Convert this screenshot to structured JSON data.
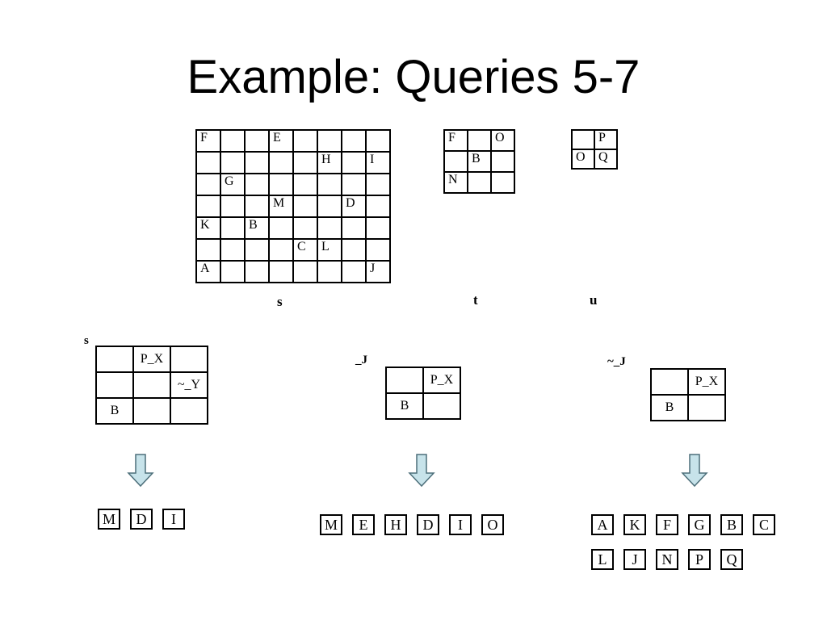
{
  "title": "Example: Queries 5-7",
  "grid_s": {
    "label": "s",
    "rows": [
      [
        "F",
        "",
        "",
        "E",
        "",
        "",
        "",
        ""
      ],
      [
        "",
        "",
        "",
        "",
        "",
        "H",
        "",
        "I"
      ],
      [
        "",
        "G",
        "",
        "",
        "",
        "",
        "",
        ""
      ],
      [
        "",
        "",
        "",
        "M",
        "",
        "",
        "D",
        ""
      ],
      [
        "K",
        "",
        "B",
        "",
        "",
        "",
        "",
        ""
      ],
      [
        "",
        "",
        "",
        "",
        "C",
        "L",
        "",
        ""
      ],
      [
        "A",
        "",
        "",
        "",
        "",
        "",
        "",
        "J"
      ]
    ]
  },
  "grid_t": {
    "label": "t",
    "rows": [
      [
        "F",
        "",
        "O"
      ],
      [
        "",
        "B",
        ""
      ],
      [
        "N",
        "",
        ""
      ]
    ]
  },
  "grid_u": {
    "label": "u",
    "rows": [
      [
        "",
        "P"
      ],
      [
        "O",
        "Q"
      ]
    ]
  },
  "query1": {
    "label": "s",
    "rows": [
      [
        "",
        "P_X",
        ""
      ],
      [
        "",
        "",
        "~_Y"
      ],
      [
        "B",
        "",
        ""
      ]
    ],
    "results": [
      "M",
      "D",
      "I"
    ]
  },
  "query2": {
    "label": "_J",
    "rows": [
      [
        "",
        "P_X"
      ],
      [
        "B",
        ""
      ]
    ],
    "results": [
      "M",
      "E",
      "H",
      "D",
      "I",
      "O"
    ]
  },
  "query3": {
    "label": "~_J",
    "rows": [
      [
        "",
        "P_X"
      ],
      [
        "B",
        ""
      ]
    ],
    "results_row1": [
      "A",
      "K",
      "F",
      "G",
      "B",
      "C"
    ],
    "results_row2": [
      "L",
      "J",
      "N",
      "P",
      "Q"
    ]
  },
  "colors": {
    "arrow_fill": "#c7e3ea",
    "arrow_stroke": "#4d6f7a",
    "ink": "#000000"
  }
}
